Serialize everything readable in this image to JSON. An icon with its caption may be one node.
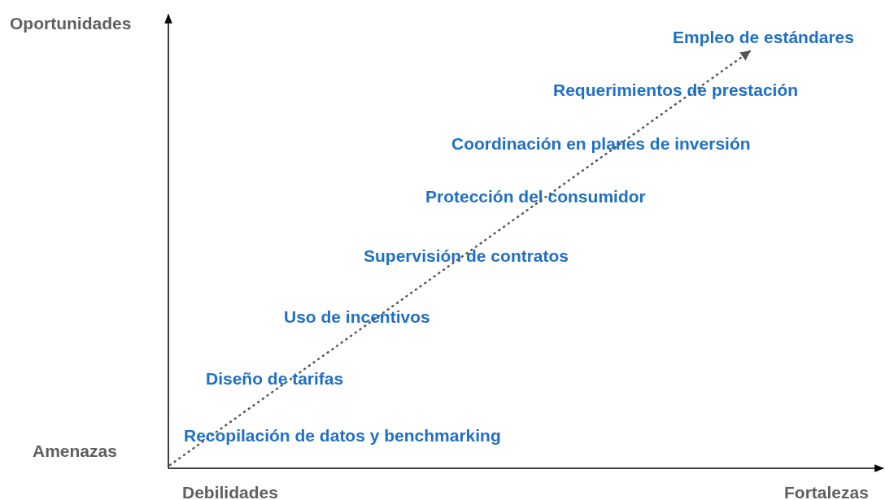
{
  "diagram": {
    "labels": [
      "Oportunidades",
      "Empleo de estándares",
      "Requerimientos de prestación",
      "Coordinación en planes de inversión",
      "Protección del consumidor",
      "Supervisión de contratos",
      "Uso de incentivos",
      "Diseño de tarifas",
      "Recopilación de datos y benchmarking",
      "Amenazas",
      "Debilidades",
      "Fortalezas"
    ]
  }
}
